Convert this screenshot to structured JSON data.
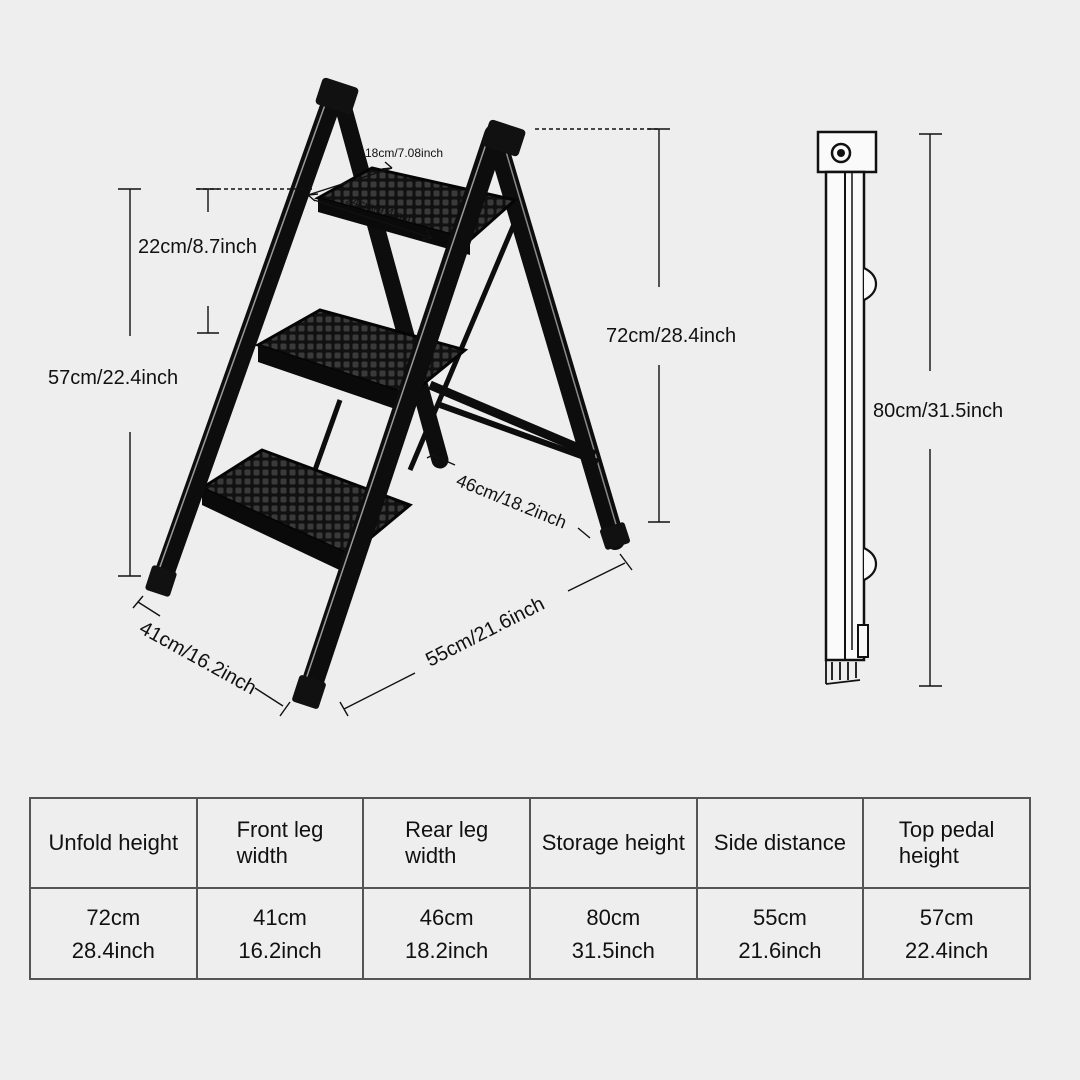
{
  "diagram": {
    "label_18cm": "18cm/7.08inch",
    "label_24cm": "24cm/9.4inch",
    "label_22cm": "22cm/8.7inch",
    "label_57cm": "57cm/22.4inch",
    "label_72cm": "72cm/28.4inch",
    "label_46cm": "46cm/18.2inch",
    "label_55cm": "55cm/21.6inch",
    "label_41cm": "41cm/16.2inch",
    "label_80cm": "80cm/31.5inch"
  },
  "table": {
    "headers": [
      "Unfold height",
      "Front leg\nwidth",
      "Rear leg\nwidth",
      "Storage height",
      "Side distance",
      "Top pedal\nheight"
    ],
    "values": [
      [
        "72cm",
        "28.4inch"
      ],
      [
        "41cm",
        "16.2inch"
      ],
      [
        "46cm",
        "18.2inch"
      ],
      [
        "80cm",
        "31.5inch"
      ],
      [
        "55cm",
        "21.6inch"
      ],
      [
        "57cm",
        "22.4inch"
      ]
    ]
  },
  "colors": {
    "background": "#eeeeee",
    "frame": "#0d0d0d",
    "tread": "#1a1a1a",
    "border": "#555555"
  }
}
